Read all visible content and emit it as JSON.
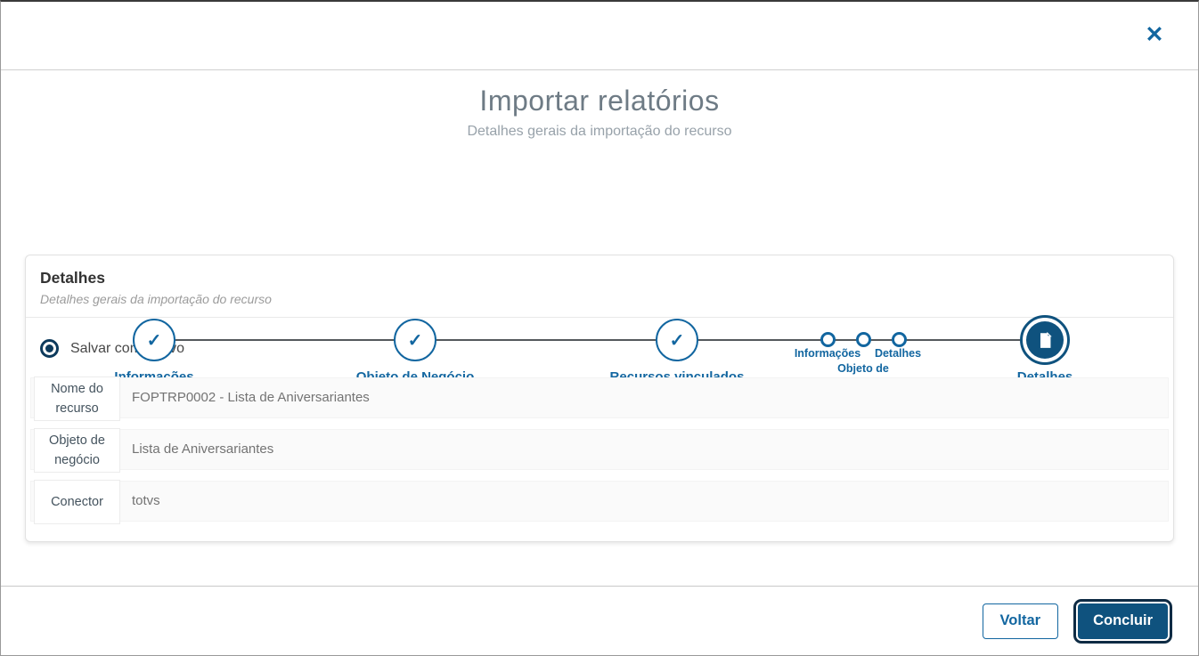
{
  "colors": {
    "primary": "#1266a0",
    "primary_dark": "#0f527e",
    "focus_ring": "#0e2b44",
    "connector": "#54595c",
    "radio_navy": "#0d3a5c",
    "title_gray": "#6e7b85"
  },
  "window": {
    "close_glyph": "✕"
  },
  "header": {
    "title": "Importar relatórios",
    "subtitle": "Detalhes gerais da importação do recurso"
  },
  "stepper": {
    "check_glyph": "✓",
    "main_steps": [
      {
        "label": "Informações",
        "state": "completed"
      },
      {
        "label": "Objeto de Negócio",
        "state": "completed"
      },
      {
        "label": "Recursos vinculados",
        "state": "completed"
      }
    ],
    "sub_steps": [
      {
        "label": "Informações",
        "state": "pending"
      },
      {
        "label": "Objeto de Negócio",
        "state": "pending"
      },
      {
        "label": "Detalhes",
        "state": "pending"
      }
    ],
    "active_step": {
      "label": "Detalhes",
      "icon": "document-icon"
    }
  },
  "panel": {
    "title": "Detalhes",
    "subtitle": "Detalhes gerais da importação do recurso",
    "radio": {
      "label": "Salvar como novo",
      "selected": true
    },
    "fields": [
      {
        "label": "Nome do recurso",
        "value": "FOPTRP0002 - Lista de Aniversariantes"
      },
      {
        "label": "Objeto de negócio",
        "value": "Lista de Aniversariantes"
      },
      {
        "label": "Conector",
        "value": "totvs"
      }
    ]
  },
  "footer": {
    "back_label": "Voltar",
    "finish_label": "Concluir"
  }
}
